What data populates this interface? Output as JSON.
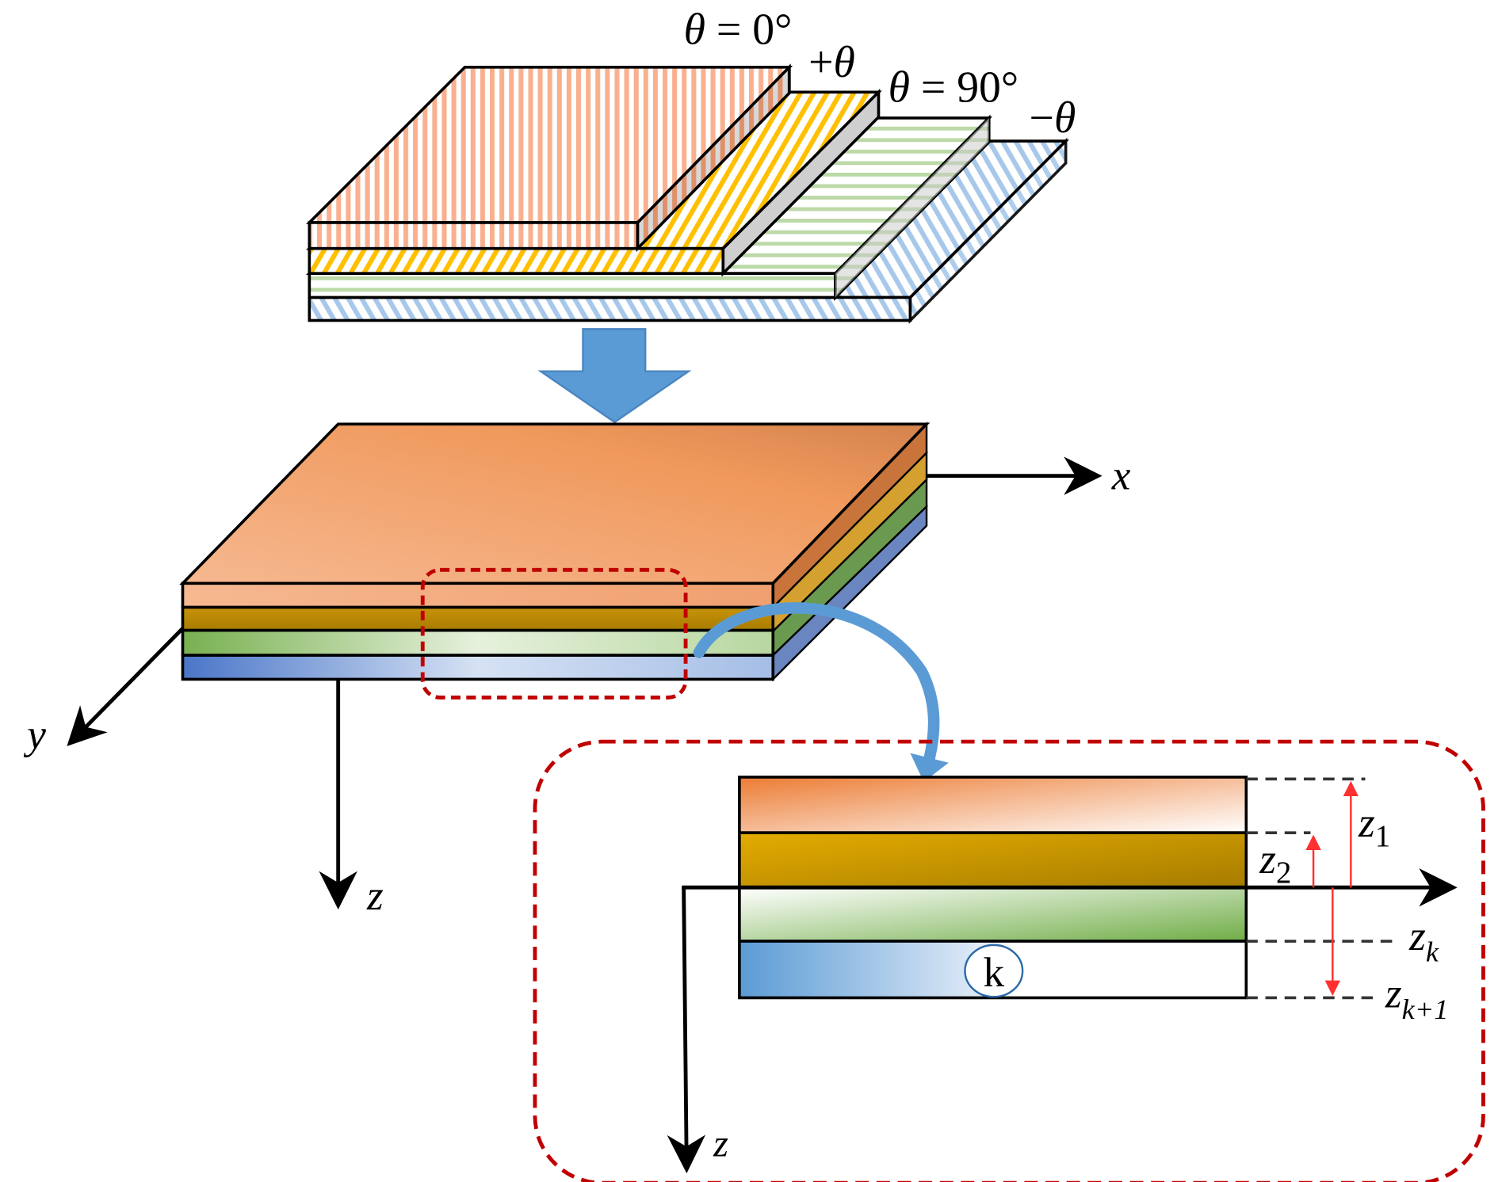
{
  "diagram": {
    "type": "laminated-composite-plate",
    "stages": [
      "individual plies with fiber orientations",
      "bonded laminate",
      "cross-section detail"
    ],
    "ply_labels": {
      "ply_0": {
        "symbol": "θ",
        "eq": " = ",
        "value": "0°"
      },
      "ply_plus": {
        "sign": "+",
        "symbol": "θ"
      },
      "ply_90": {
        "symbol": "θ",
        "eq": " = ",
        "value": "90°"
      },
      "ply_minus": {
        "sign": "−",
        "symbol": "θ"
      }
    },
    "axes": {
      "x": "x",
      "y": "y",
      "z": "z",
      "z_detail": "z"
    },
    "detail": {
      "layer_index_label": "k",
      "z1": {
        "base": "z",
        "sub": "1"
      },
      "z2": {
        "base": "z",
        "sub": "2"
      },
      "zk": {
        "base": "z",
        "sub": "k"
      },
      "zk1": {
        "base": "z",
        "sub": "k+1"
      }
    },
    "colors": {
      "orange": "#f4a77a",
      "gold": "#c08a00",
      "green": "#8dbf6a",
      "blue": "#4a7cc9",
      "arrow_blue": "#5b9bd5",
      "dash_red": "#c00000",
      "dim_red": "#ff3030"
    }
  }
}
